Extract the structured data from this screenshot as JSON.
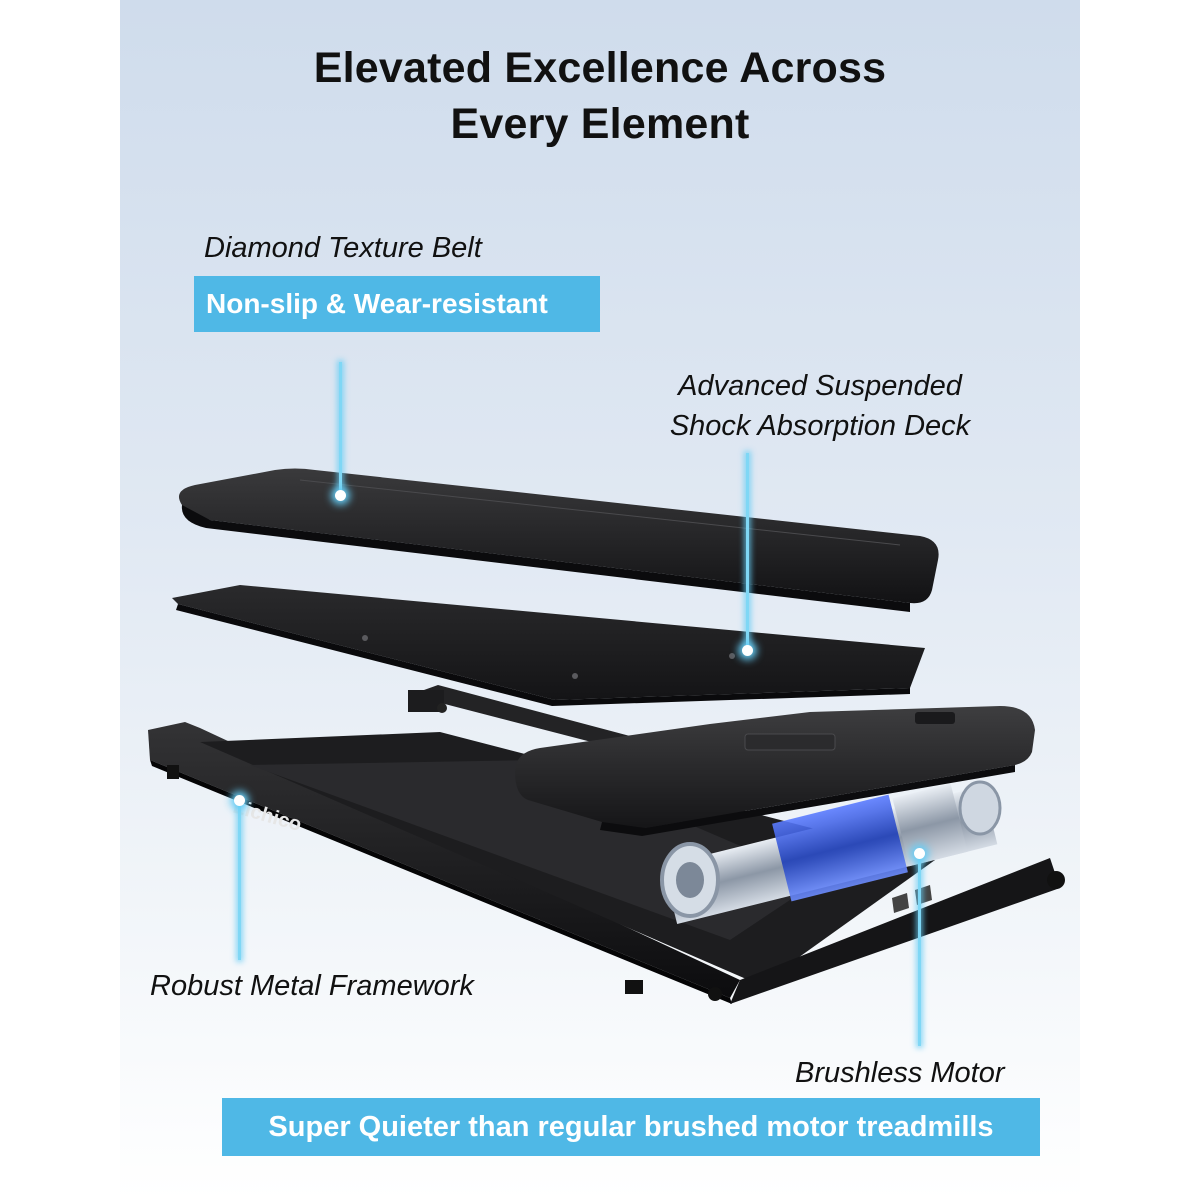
{
  "title": {
    "line1": "Elevated Excellence Across",
    "line2": "Every Element"
  },
  "callouts": {
    "belt": {
      "label": "Diamond Texture Belt",
      "badge": "Non-slip & Wear-resistant"
    },
    "deck": {
      "line1": "Advanced Suspended",
      "line2": "Shock Absorption Deck"
    },
    "frame": {
      "label": "Robust Metal Framework"
    },
    "motor": {
      "label": "Brushless Motor",
      "badge": "Super Quieter than regular brushed motor treadmills"
    }
  },
  "product": {
    "brand_mark": "Lichico"
  },
  "colors": {
    "badge_bg": "#4fb8e6",
    "leader": "#7fd7f5",
    "panel_top": "#cfdcec"
  }
}
